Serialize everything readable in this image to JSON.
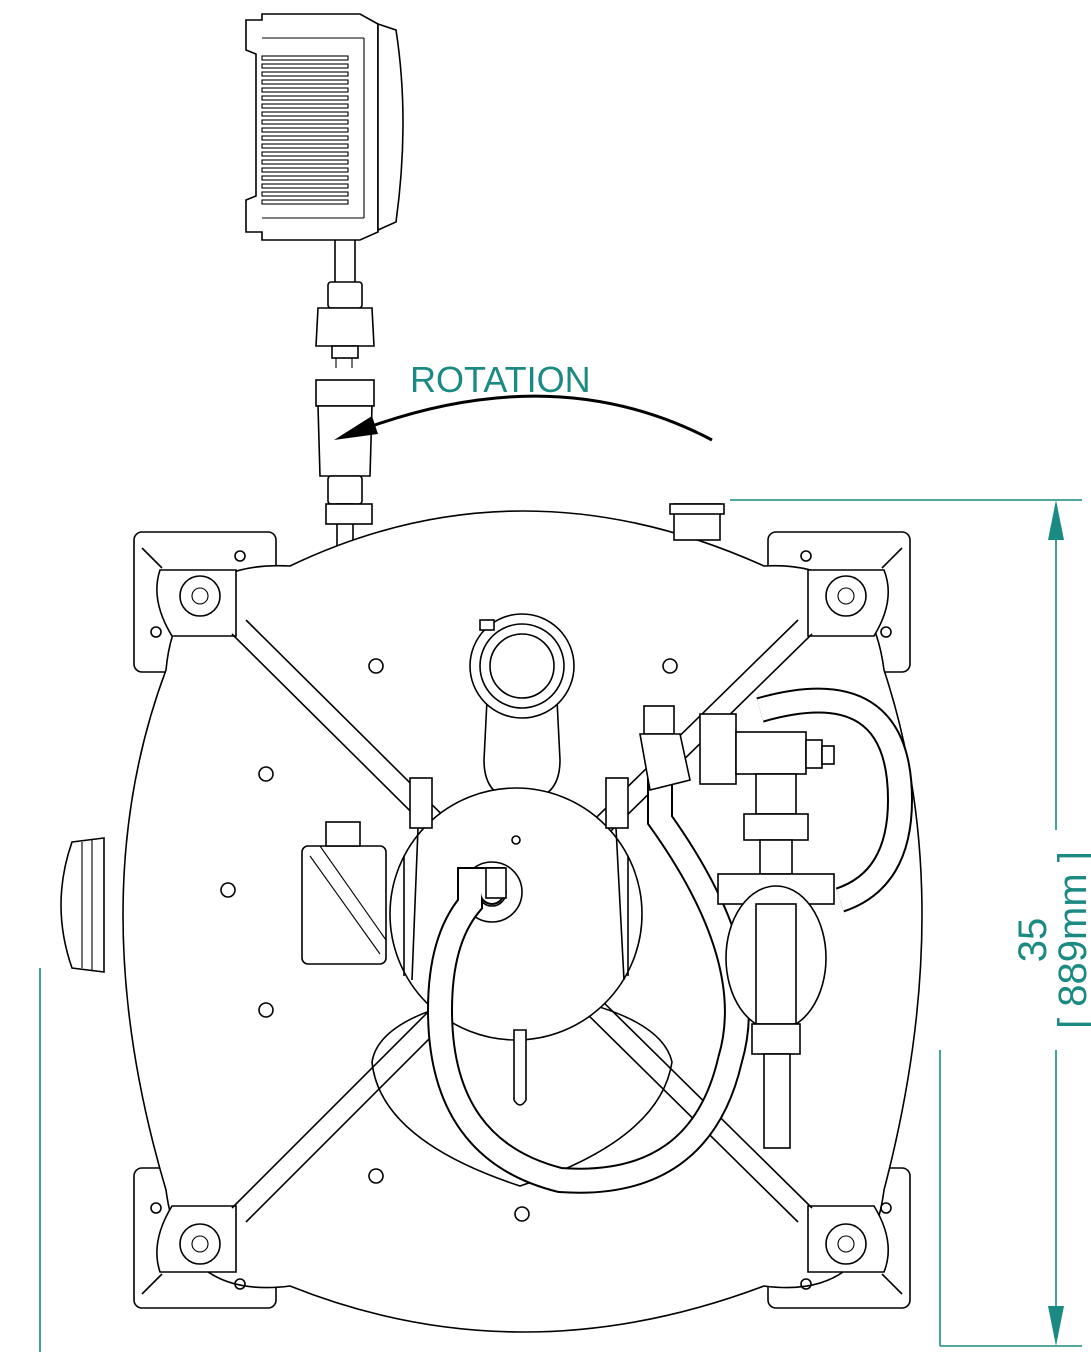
{
  "diagram": {
    "rotation_label": "ROTATION",
    "dimension_inches": "35",
    "dimension_mm": "[ 889mm ]"
  },
  "colors": {
    "annotation": "#1a8a82",
    "line": "#000000",
    "background": "#ffffff"
  }
}
